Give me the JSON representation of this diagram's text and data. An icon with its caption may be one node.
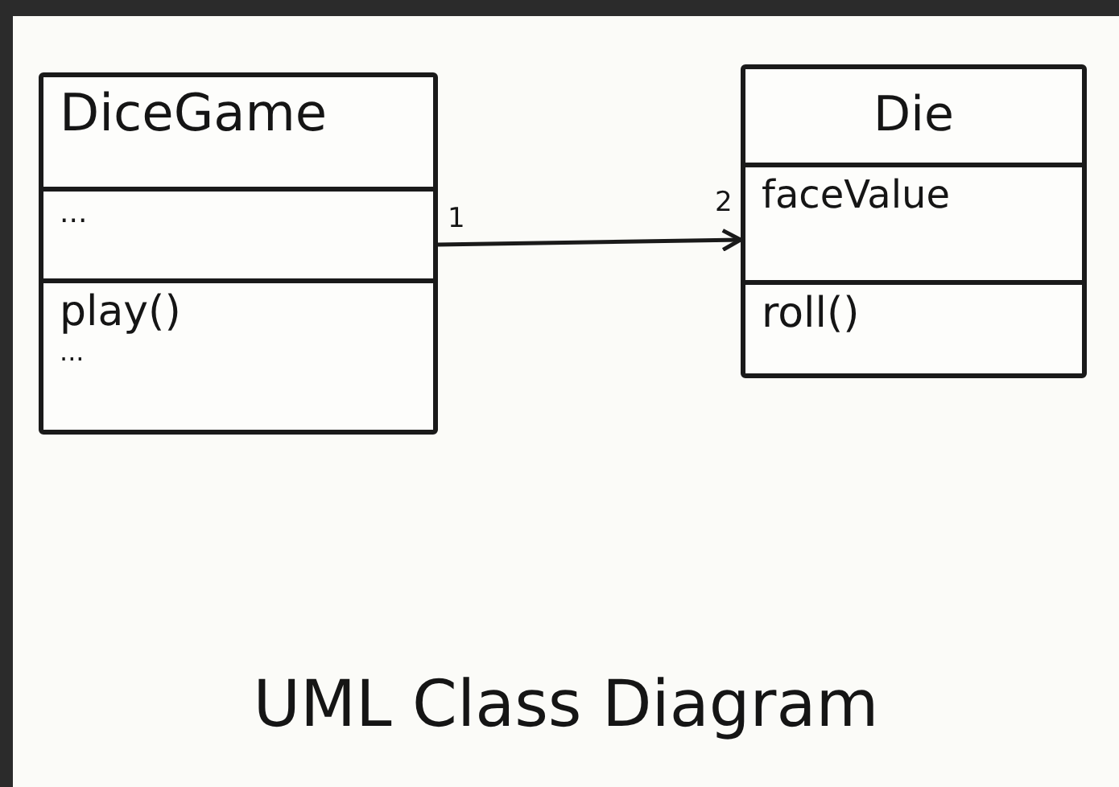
{
  "diagram": {
    "caption": "UML Class Diagram",
    "nodes": [
      {
        "text": [
          "DiceGame",
          "...",
          "play()",
          "..."
        ]
      },
      {
        "text": [
          "Die",
          "faceValue",
          "roll()"
        ]
      }
    ],
    "edges": [
      {
        "from": 0,
        "to": 1,
        "arrow": "to"
      }
    ],
    "labels": [
      "1",
      "2"
    ]
  }
}
